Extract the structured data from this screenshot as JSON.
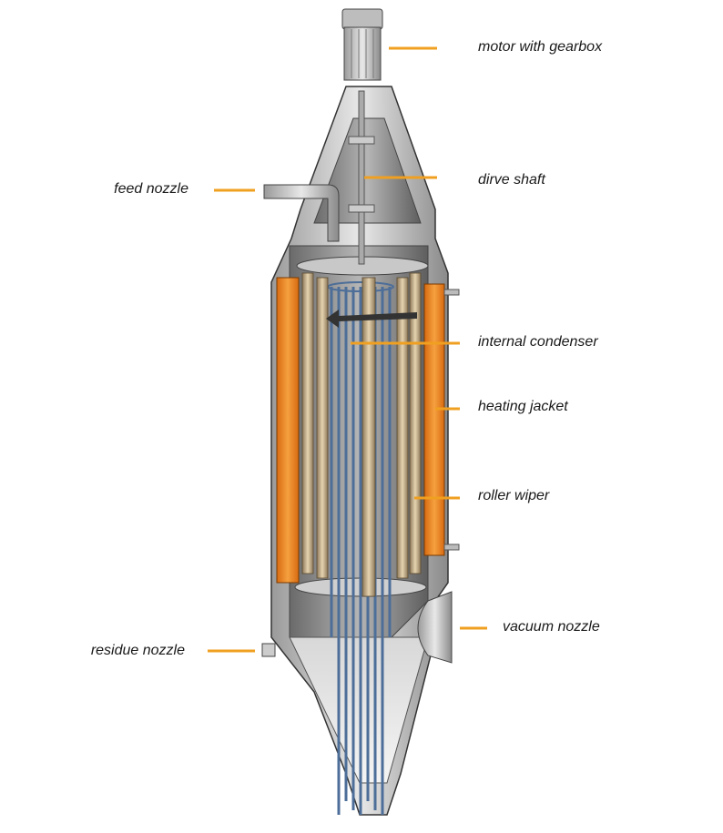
{
  "labels": {
    "motor": "motor with gearbox",
    "shaft": "dirve shaft",
    "feed": "feed nozzle",
    "condenser": "internal condenser",
    "jacket": "heating jacket",
    "wiper": "roller wiper",
    "vacuum": "vacuum nozzle",
    "residue": "residue nozzle"
  },
  "colors": {
    "leader": "#f0a020",
    "jacket": "#e8801a",
    "shell": "#d9d9d9",
    "roller": "#c9b08a",
    "condenser": "#6f8fb5"
  }
}
